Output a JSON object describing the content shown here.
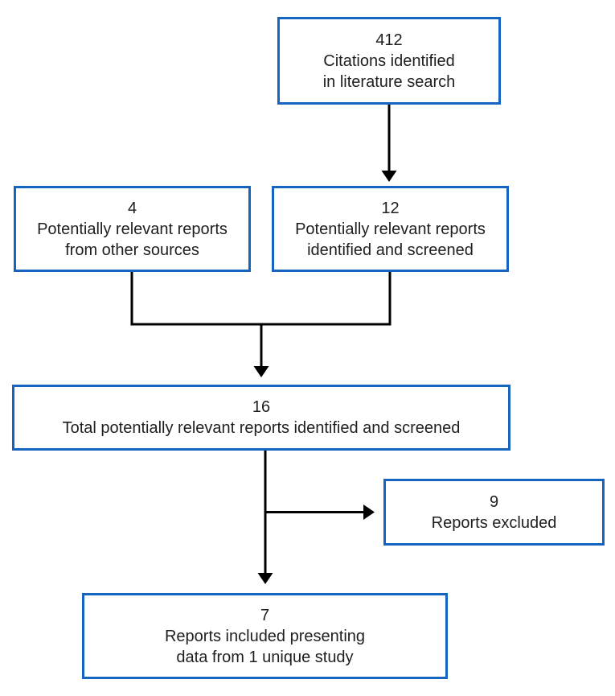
{
  "diagram": {
    "type": "flowchart",
    "colors": {
      "box_border": "#1565C0",
      "connector": "#000000",
      "text": "#1f1f1f",
      "background": "#ffffff"
    },
    "boxes": {
      "citations": {
        "value": "412",
        "label": "Citations identified\nin literature search"
      },
      "other_sources": {
        "value": "4",
        "label": "Potentially relevant reports\nfrom other sources"
      },
      "screened": {
        "value": "12",
        "label": "Potentially relevant reports\nidentified and screened"
      },
      "total": {
        "value": "16",
        "label": "Total potentially relevant reports identified and screened"
      },
      "excluded": {
        "value": "9",
        "label": "Reports excluded"
      },
      "included": {
        "value": "7",
        "label": "Reports included presenting\ndata from 1 unique study"
      }
    }
  }
}
